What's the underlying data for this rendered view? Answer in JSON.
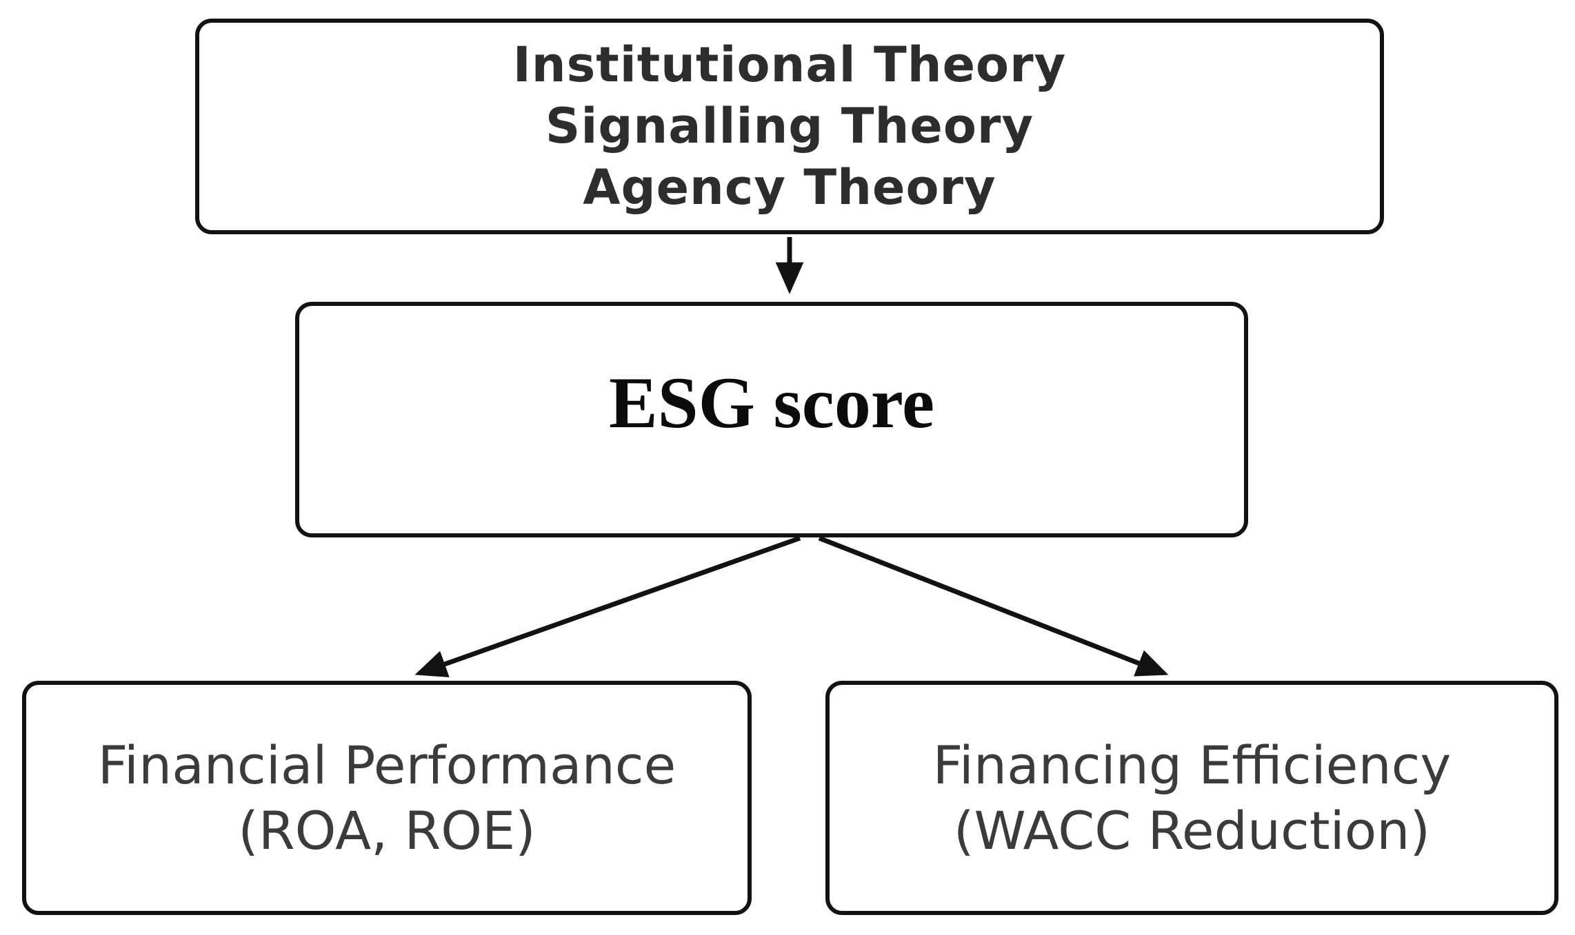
{
  "diagram": {
    "title": "ESG theoretical framework flowchart",
    "background_color": "#ffffff",
    "box_border_color": "#121212",
    "arrow_color": "#121212",
    "nodes": {
      "theories": {
        "lines": [
          "Institutional Theory",
          "Signalling Theory",
          "Agency Theory"
        ],
        "text_color": "#2d2d2d"
      },
      "esg": {
        "label": "ESG score",
        "text_color": "#0b0b0b"
      },
      "financial_performance": {
        "lines": [
          "Financial Performance",
          "(ROA, ROE)"
        ],
        "text_color": "#3b3b3b"
      },
      "financing_efficiency": {
        "lines": [
          "Financing Efficiency",
          "(WACC Reduction)"
        ],
        "text_color": "#3b3b3b"
      }
    },
    "edges": [
      {
        "from": "theories",
        "to": "esg"
      },
      {
        "from": "esg",
        "to": "financial_performance"
      },
      {
        "from": "esg",
        "to": "financing_efficiency"
      }
    ]
  }
}
